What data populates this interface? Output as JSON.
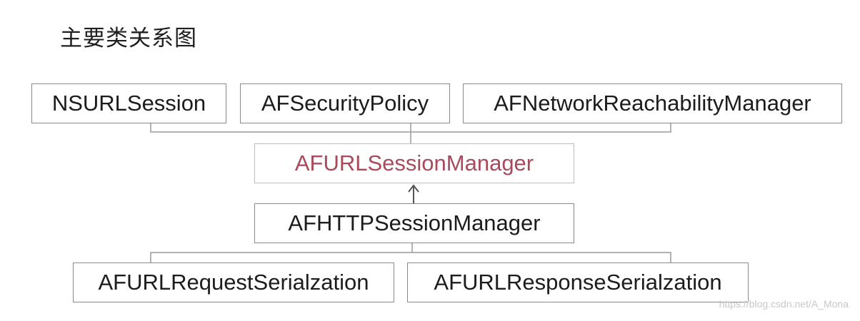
{
  "title": "主要类关系图",
  "nodes": {
    "nsurlsession": "NSURLSession",
    "afsecuritypolicy": "AFSecurityPolicy",
    "afnetworkreachabilitymanager": "AFNetworkReachabilityManager",
    "afurlsessionmanager": "AFURLSessionManager",
    "afhttpsessionmanager": "AFHTTPSessionManager",
    "afurlrequestserialzation": "AFURLRequestSerialzation",
    "afurlresponseserialzation": "AFURLResponseSerialzation"
  },
  "colors": {
    "highlight_text": "#a84a5c",
    "border": "#8a8a8a",
    "connector": "#9a9a9a",
    "arrow": "#555555"
  },
  "watermark": "https://blog.csdn.net/A_Mona"
}
